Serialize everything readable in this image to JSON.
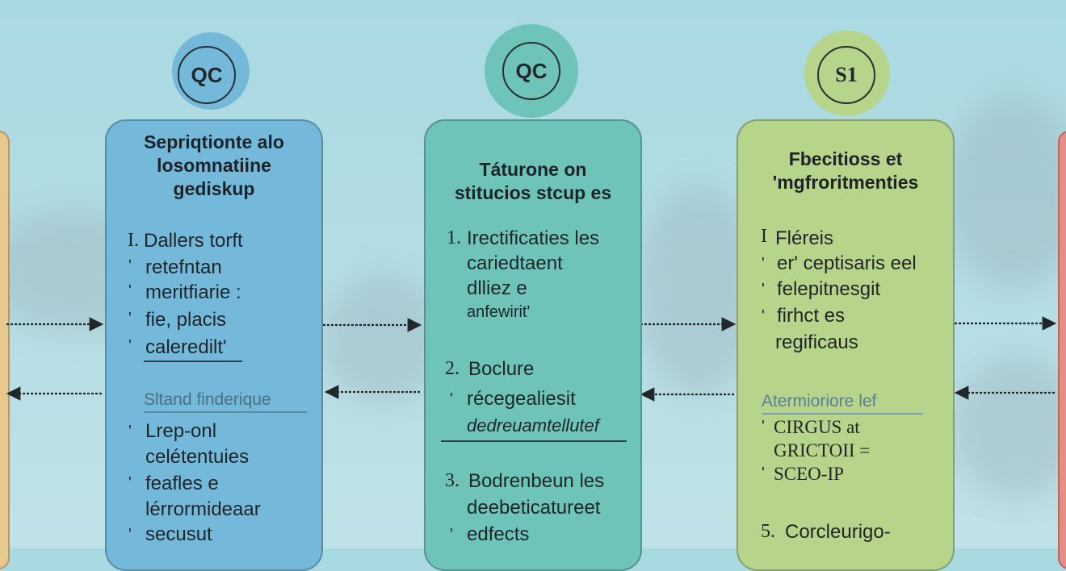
{
  "colors": {
    "background": "#b3dde4",
    "card_blue": "#74b9d9",
    "card_teal": "#6ec4b8",
    "card_green": "#b7d48b",
    "edge_left": "#e8c88c",
    "edge_right": "#e48f86"
  },
  "cards": [
    {
      "badge": "QC",
      "title_lines": [
        "Sepriqtionte alo",
        "losomnatiine",
        "gediskup"
      ],
      "items": [
        {
          "marker": "I.",
          "text": "Dallers torft"
        },
        {
          "marker": "'",
          "text": "retefntan"
        },
        {
          "marker": "'",
          "text": "meritfiarie :"
        },
        {
          "marker": "'",
          "text": "fie, placis"
        },
        {
          "marker": "'",
          "text": "caleredilt'"
        }
      ],
      "subheading": "Sltand finderique",
      "items2": [
        {
          "marker": "'",
          "text": "Lrep-onl"
        },
        {
          "marker": "",
          "text": "celétentuies"
        },
        {
          "marker": "'",
          "text": "feafles e"
        },
        {
          "marker": "",
          "text": "lérrormideaar"
        },
        {
          "marker": "'",
          "text": "secusut"
        }
      ]
    },
    {
      "badge": "QC",
      "title_lines": [
        "Táturone on",
        "stitucios stcup es"
      ],
      "items": [
        {
          "marker": "1.",
          "text": "Irectificaties les"
        },
        {
          "marker": "",
          "text": "cariedtaent"
        },
        {
          "marker": "",
          "text": "dlliez e"
        },
        {
          "marker": "",
          "text": "anfewirit'"
        }
      ],
      "items2": [
        {
          "marker": "2.",
          "text": "Boclure"
        },
        {
          "marker": "'",
          "text": "récegealiesit"
        },
        {
          "marker": "",
          "text": "dedreuamtellutef"
        }
      ],
      "items3": [
        {
          "marker": "3.",
          "text": "Bodrenbeun les"
        },
        {
          "marker": "",
          "text": "deebeticatureet"
        },
        {
          "marker": "'",
          "text": "edfects"
        }
      ]
    },
    {
      "badge": "S1",
      "title_lines": [
        "Fbecitioss et",
        "'mgfroritmenties"
      ],
      "items": [
        {
          "marker": "I",
          "text": "Fléreis"
        },
        {
          "marker": "'",
          "text": "er' ceptisaris eel"
        },
        {
          "marker": "'",
          "text": "felepitnesgit"
        },
        {
          "marker": "'",
          "text": "firhct es"
        },
        {
          "marker": "",
          "text": "regificaus"
        }
      ],
      "subheading": "Atermioriore lef",
      "items2": [
        {
          "marker": "'",
          "text": "CIRGUS at"
        },
        {
          "marker": "",
          "text": "GRICTOII ="
        },
        {
          "marker": "'",
          "text": "SCEO-IP"
        }
      ],
      "items3": [
        {
          "marker": "5.",
          "text": "Corcleurigo-"
        }
      ]
    }
  ]
}
